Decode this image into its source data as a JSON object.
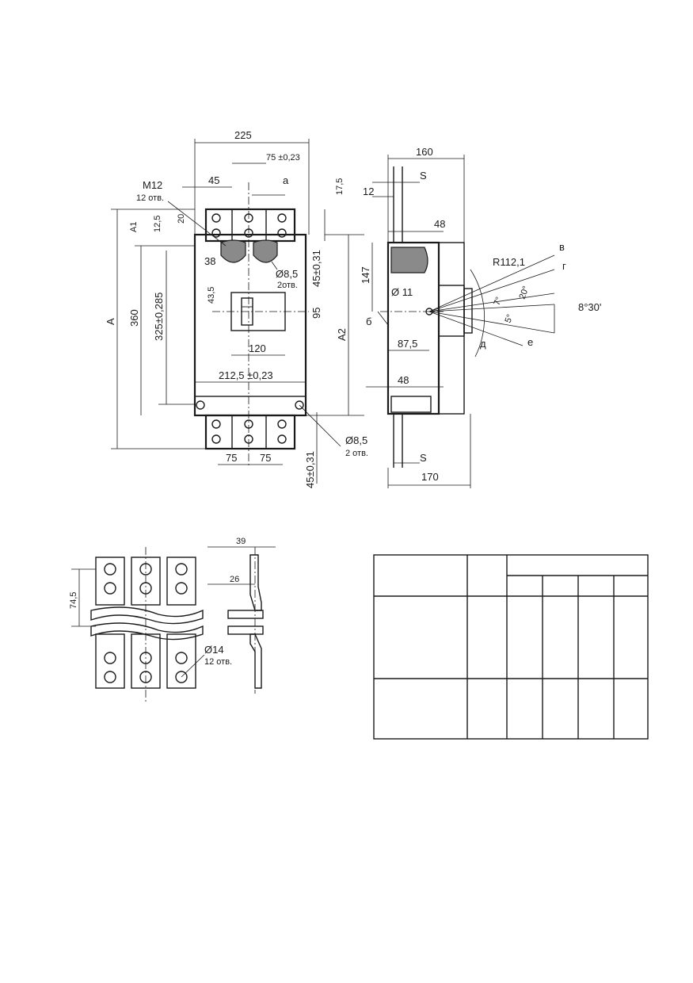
{
  "front_view": {
    "width_225": "225",
    "dim_75_023": "75 ±0,23",
    "dim_45": "45",
    "label_a": "а",
    "thread_m12": "М12",
    "thread_holes": "12 отв.",
    "dim_17_5": "17,5",
    "dim_12_5": "12,5",
    "dim_a1": "A1",
    "dim_20": "20",
    "dim_38": "38",
    "hole_8_5_top": "Ø8,5",
    "hole_2_top": "2отв.",
    "dim_45_031_top": "45±0,31",
    "dim_43_5": "43,5",
    "dim_95": "95",
    "dim_a": "A",
    "dim_360": "360",
    "dim_325": "325±0,285",
    "dim_a2": "A2",
    "dim_120": "120",
    "dim_212_5": "212,5 ±0,23",
    "hole_8_5_bottom": "Ø8,5",
    "hole_2_bottom": "2 отв.",
    "dim_75_left": "75",
    "dim_75_right": "75",
    "dim_45_031_bottom": "45±0,31"
  },
  "side_view": {
    "dim_160": "160",
    "dim_s_top": "S",
    "dim_12": "12",
    "dim_48_top": "48",
    "dim_147": "147",
    "radius": "R112,1",
    "label_v": "в",
    "label_g": "г",
    "hole_11": "Ø 11",
    "angle_7": "7°",
    "angle_20": "20°",
    "angle_8_30": "8°30'",
    "angle_5": "5°",
    "label_b": "б",
    "dim_87_5": "87,5",
    "label_d": "д",
    "label_e": "е",
    "dim_48_bottom": "48",
    "dim_s_bottom": "S",
    "dim_170": "170"
  },
  "busbar_view": {
    "dim_74_5": "74,5",
    "hole_14": "Ø14",
    "hole_12": "12 отв.",
    "dim_39": "39",
    "dim_26": "26"
  },
  "table": {
    "rows": 3,
    "cols": 6
  }
}
